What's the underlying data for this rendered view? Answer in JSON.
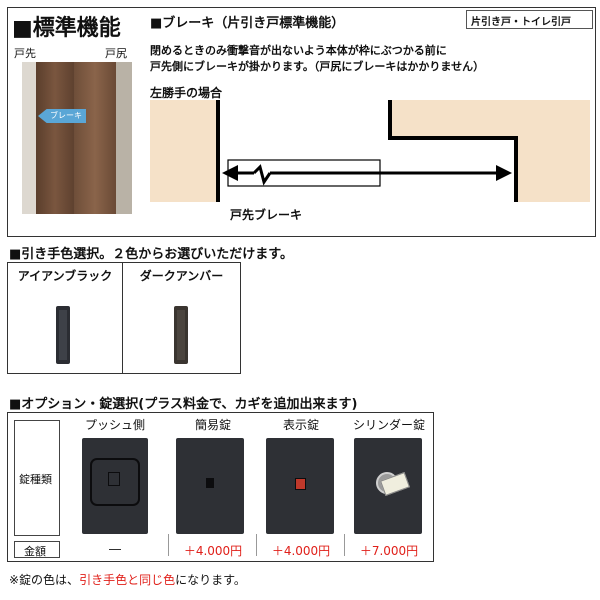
{
  "standard": {
    "title": "■標準機能",
    "door_tip": "戸先",
    "door_end": "戸尻",
    "brake_tag": "ブレーキ",
    "brake_heading": "■ブレーキ（片引き戸標準機能）",
    "badge": "片引き戸・トイレ引戸",
    "desc_line1": "閉めるときのみ衝撃音が出ないよう本体が枠にぶつかる前に",
    "desc_line2": "戸先側にブレーキが掛かります。（戸尻にブレーキはかかりません）",
    "diagram_label": "左勝手の場合",
    "brake_label": "戸先ブレーキ"
  },
  "handle_color": {
    "heading": "■引き手色選択。２色からお選びいただけます。",
    "options": [
      {
        "name": "アイアンブラック",
        "color": "#2b2d33"
      },
      {
        "name": "ダークアンバー",
        "color": "#3a3530"
      }
    ]
  },
  "options": {
    "heading": "■オプション・錠選択(プラス料金で、カギを追加出来ます)",
    "row_type_label": "錠種類",
    "row_price_label": "金額",
    "locks": [
      {
        "name": "プッシュ側",
        "price": "―",
        "icon": "push-side-icon"
      },
      {
        "name": "簡易錠",
        "price": "＋4.000円",
        "icon": "simple-lock-icon"
      },
      {
        "name": "表示錠",
        "price": "＋4.000円",
        "icon": "indicator-lock-icon"
      },
      {
        "name": "シリンダー錠",
        "price": "＋7.000円",
        "icon": "cylinder-lock-icon"
      }
    ],
    "footnote_prefix": "※錠の色は、",
    "footnote_highlight": "引き手色と同じ色",
    "footnote_suffix": "になります。"
  },
  "colors": {
    "accent_red": "#e0201a",
    "wall_fill": "#f5e1c8",
    "door_wood": "#6b4a35",
    "brake_tag": "#5aa6d6"
  }
}
